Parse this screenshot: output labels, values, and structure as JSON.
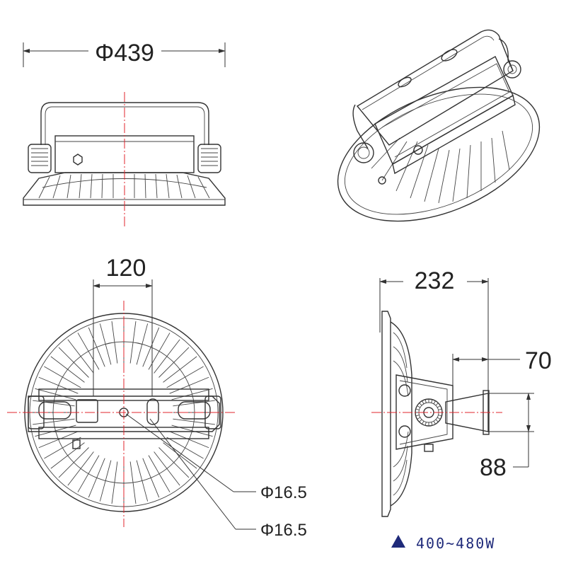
{
  "dimensions": {
    "diameter_overall": "Φ439",
    "bracket_spacing": "120",
    "depth_total": "232",
    "bracket_depth": "70",
    "bracket_height": "88",
    "hole_diameter_1": "Φ16.5",
    "hole_diameter_2": "Φ16.5"
  },
  "power_label": "400~480W",
  "colors": {
    "line": "#333333",
    "center_line": "#e0242c",
    "power_text": "#1f2a7a"
  },
  "icons": {
    "power_marker": "triangle-up-icon"
  }
}
